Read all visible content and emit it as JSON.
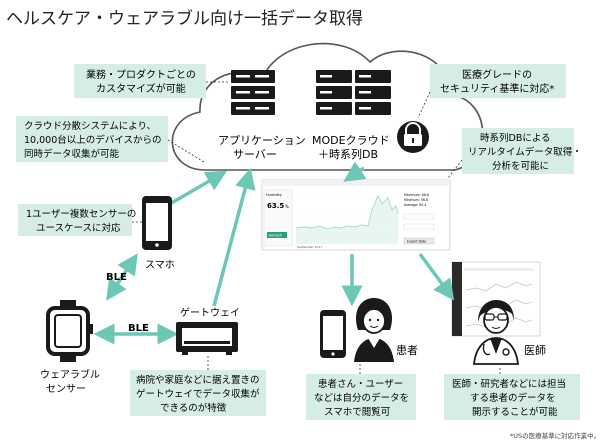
{
  "title": "ヘルスケア・ウェアラブル向け一括データ取得",
  "footnote": "*USの医療基準に対応作業中。",
  "cloud": {
    "app_server": [
      "アプリケーション",
      "サーバー"
    ],
    "mode_cloud": [
      "MODEクラウド",
      "＋時系列DB"
    ]
  },
  "callouts": {
    "customize": [
      "業務・プロダクトごとの",
      "カスタマイズが可能"
    ],
    "security": [
      "医療グレードの",
      "セキュリティ基準に対応*"
    ],
    "distributed": [
      "クラウド分散システムにより、",
      "10,000台以上のデバイスからの",
      "同時データ収集が可能"
    ],
    "timeseries": [
      "時系列DBによる",
      "リアルタイムデータ取得・",
      "分析を可能に"
    ],
    "multi_sensor": [
      "1ユーザー複数センサーの",
      "ユースケースに対応"
    ],
    "gateway": [
      "病院や家庭などに据え置きの",
      "ゲートウェイでデータ収集が",
      "できるのが特徴"
    ],
    "patient": [
      "患者さん・ユーザー",
      "などは自分のデータを",
      "スマホで閲覧可"
    ],
    "doctor": [
      "医師・研究者などには担当",
      "する患者のデータを",
      "開示することが可能"
    ]
  },
  "devices": {
    "smartphone": "スマホ",
    "gateway": "ゲートウェイ",
    "wearable": [
      "ウェアラブル",
      "センサー"
    ],
    "ble_phone": "BLE",
    "ble_gateway": "BLE"
  },
  "people": {
    "patient": "患者",
    "doctor": "医師"
  },
  "dashboard": {
    "title": "Humidity",
    "value": "63.5",
    "unit": "%",
    "button": "Refresh",
    "date": "September 2017",
    "stats": [
      "Maximum: 66.8",
      "Minimum: 56.8",
      "Average: 60.4"
    ],
    "export": "Export Data"
  },
  "colors": {
    "callout_bg": "#d5ede6",
    "arrow": "#6cc7b7",
    "dark": "#1a1a1a"
  }
}
